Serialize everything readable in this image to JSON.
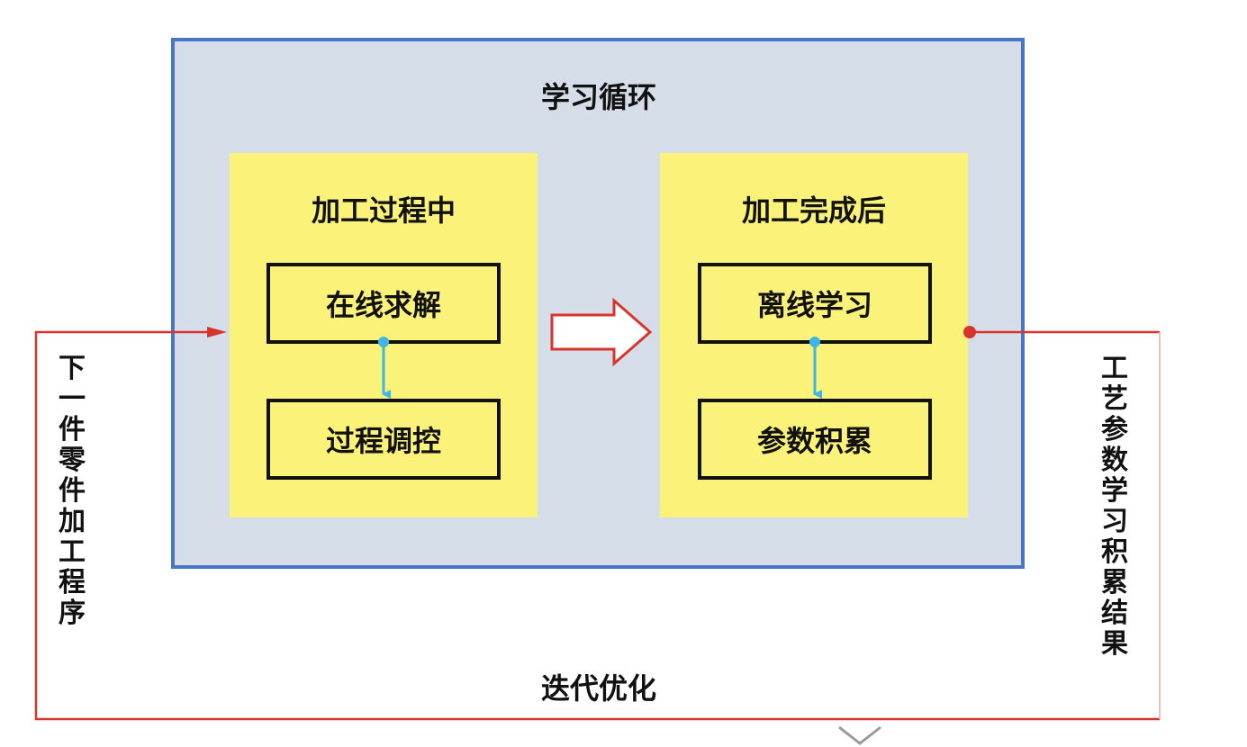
{
  "diagram": {
    "outer_title": "学习循环",
    "left_panel": {
      "title": "加工过程中",
      "box_top": "在线求解",
      "box_bottom": "过程调控"
    },
    "right_panel": {
      "title": "加工完成后",
      "box_top": "离线学习",
      "box_bottom": "参数积累"
    },
    "left_vertical_label": "下一件零件加工程序",
    "right_vertical_label": "工艺参数学习积累结果",
    "bottom_label": "迭代优化",
    "colors": {
      "outer_fill": "#d5dde8",
      "outer_border": "#4a74c4",
      "panel_fill": "#fbf27a",
      "loop_line": "#d9342b",
      "connector": "#3fb7e6"
    }
  }
}
